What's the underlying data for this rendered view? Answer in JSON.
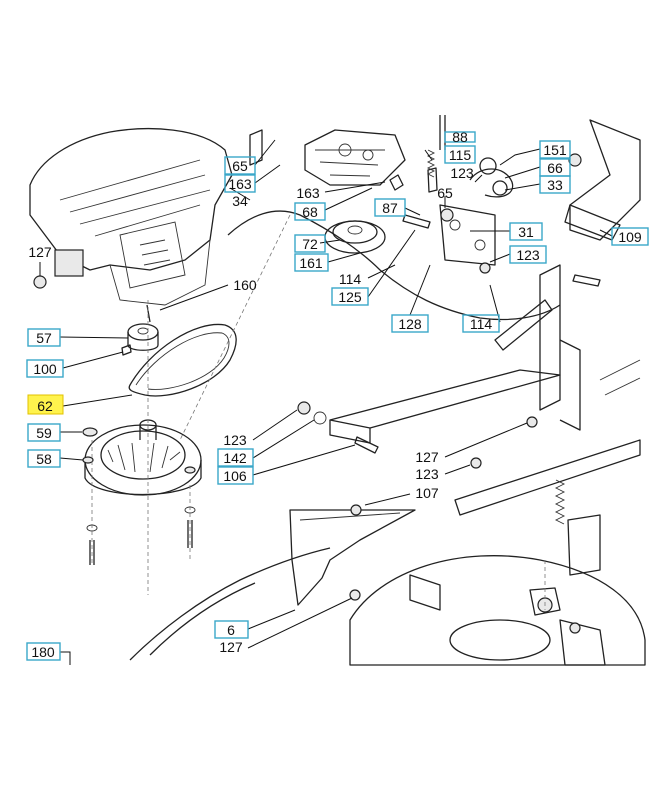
{
  "colors": {
    "label_box": "#3aa7c9",
    "highlight": "#fff34d",
    "line": "#222222",
    "background": "#ffffff"
  },
  "labels": {
    "l65a": "65",
    "l163a": "163",
    "l34": "34",
    "l163b": "163",
    "l68": "68",
    "l72": "72",
    "l161": "161",
    "l114a": "114",
    "l125": "125",
    "l87": "87",
    "l65b": "65",
    "l88": "88",
    "l115": "115",
    "l151": "151",
    "l66": "66",
    "l123a": "123",
    "l33": "33",
    "l31": "31",
    "l123b": "123",
    "l109": "109",
    "l128": "128",
    "l114b": "114",
    "l127a": "127",
    "l160": "160",
    "l57": "57",
    "l100": "100",
    "l62": "62",
    "l59": "59",
    "l58": "58",
    "l123c": "123",
    "l142": "142",
    "l106": "106",
    "l127b": "127",
    "l123d": "123",
    "l107": "107",
    "l6": "6",
    "l127c": "127",
    "l180": "180"
  }
}
